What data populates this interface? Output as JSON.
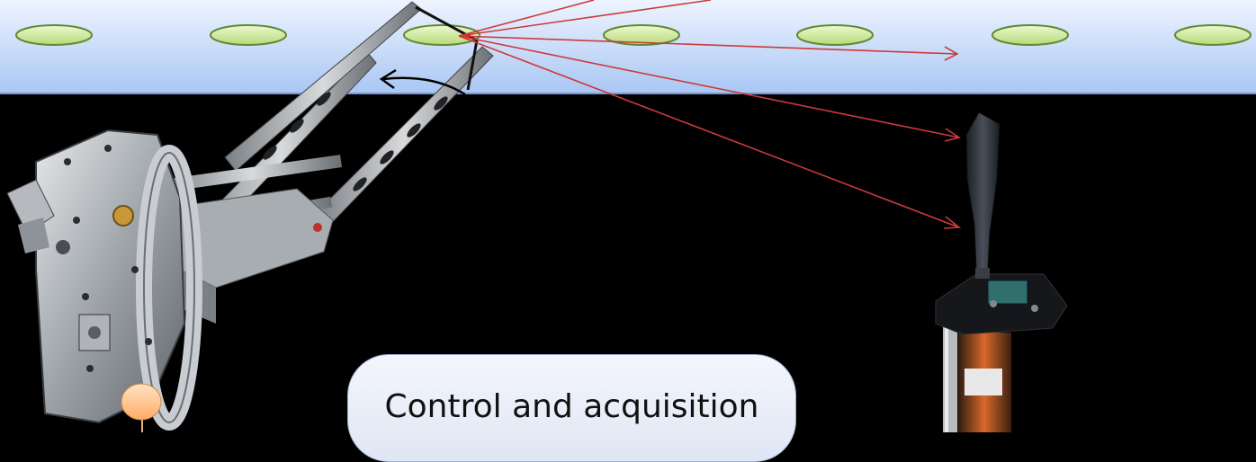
{
  "control_box": {
    "label": "Control and acquisition"
  },
  "colors": {
    "sample_band_top": "#e8f0ff",
    "sample_band_bottom": "#a9c7f4",
    "band_edge": "#6f8ecb",
    "oval_fill": "#cfe8a0",
    "oval_stroke": "#4f7f2e",
    "beam": "#cc3333",
    "rotation_arrow": "#000000",
    "detector_blade": "#2b2f38",
    "led": "#ffc48a"
  },
  "icons": {
    "goniometer": "goniometer-apparatus",
    "detector": "detector-on-post",
    "rotation": "curved-rotation-arrow"
  }
}
